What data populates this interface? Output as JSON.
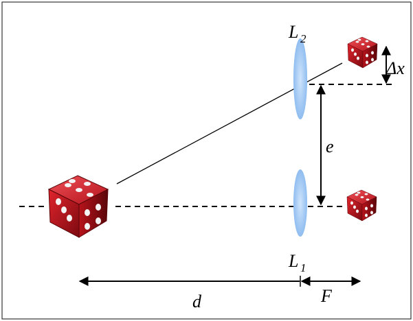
{
  "labels": {
    "lens_top": "L",
    "lens_top_sub": "2",
    "lens_bottom": "L",
    "lens_bottom_sub": "1",
    "shift": "Δx",
    "separation": "e",
    "distance": "d",
    "focal": "F"
  },
  "colors": {
    "lens": "#a9cdf4",
    "die_red": "#c3121a",
    "die_dark": "#7a0a0e",
    "line": "#000000",
    "frame": "#333333"
  },
  "icons": {
    "die_big": "die-icon",
    "die_small_top": "die-icon",
    "die_small_bottom": "die-icon"
  }
}
